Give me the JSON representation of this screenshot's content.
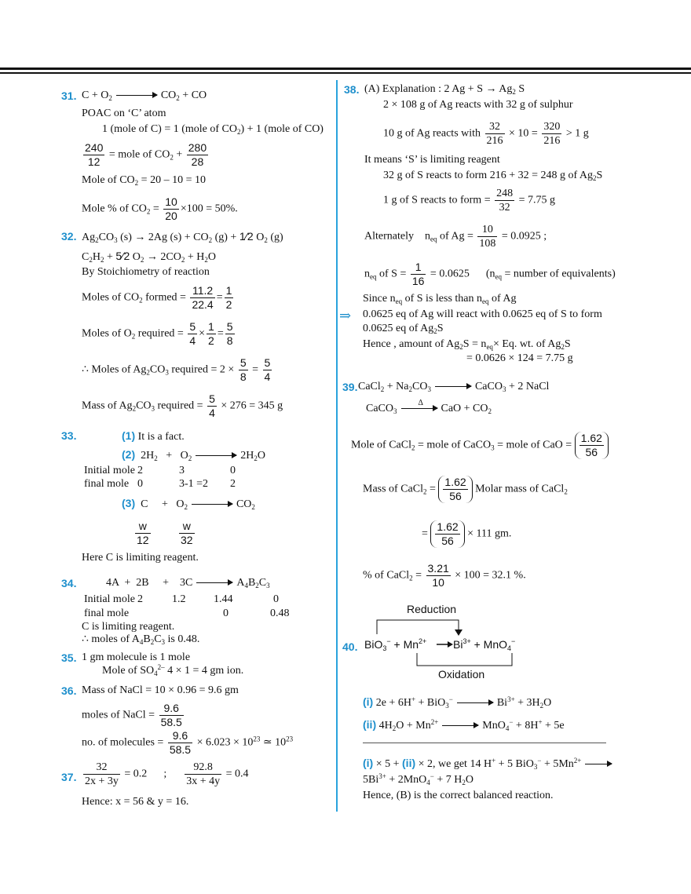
{
  "q": {
    "n31": "31.",
    "n32": "32.",
    "n33": "33.",
    "n34": "34.",
    "n35": "35.",
    "n36": "36.",
    "n37": "37.",
    "n38": "38.",
    "n39": "39.",
    "n40": "40."
  },
  "s31": {
    "poac": "POAC on ‘C’ atom",
    "mole_eq": "1 (mole of C) = 1 (mole of CO",
    "mole_eq2": ") + 1 (mole of CO)",
    "frac1_n": "240",
    "frac1_d": "12",
    "frac2_n": "280",
    "frac2_d": "28",
    "mid": "= mole of CO",
    "co2_line": "Mole of CO",
    "co2_val": " = 20 – 10 = 10",
    "pct_line": "Mole % of CO",
    "pct_n": "10",
    "pct_d": "20",
    "pct_val": "×100 = 50%."
  },
  "s32": {
    "rxn1": "Ag",
    "stoich": "By Stoichiometry of reaction",
    "co2_label": "Moles of CO",
    "co2_label2": " formed  =",
    "f1n": "11.2",
    "f1d": "22.4",
    "f2n": "1",
    "f2d": "2",
    "o2_label": "Moles of O",
    "o2_label2": " required =",
    "f3n": "5",
    "f3d": "4",
    "f4n": "1",
    "f4d": "2",
    "f5n": "5",
    "f5d": "8",
    "ag_label": "∴ Moles of Ag",
    "ag_label2": " required  = 2 ×",
    "f6n": "5",
    "f6d": "8",
    "f7n": "5",
    "f7d": "4",
    "mass_label": "Mass of Ag",
    "mass_label2": "  required =",
    "f8n": "5",
    "f8d": "4",
    "mass_val": "× 276 = 345 g"
  },
  "s33": {
    "p1": "(1)",
    "p1t": " It is a fact.",
    "p2": "(2)",
    "init": "Initial mole",
    "init_v": [
      "2",
      "3",
      "0"
    ],
    "fin": "final mole",
    "fin_v": [
      "0",
      "3-1 =2",
      "2"
    ],
    "p3": "(3)",
    "wn": "w",
    "w1d": "12",
    "w2d": "32",
    "lim": "Here C is limiting reagent."
  },
  "s34": {
    "init": "Initial mole",
    "init_v": [
      "2",
      "1.2",
      "1.44",
      "0"
    ],
    "fin": "final mole",
    "fin_v": [
      "0",
      "0.48"
    ],
    "lim": "C is limiting reagent.",
    "moles": "∴ moles of A",
    "moles2": " is 0.48."
  },
  "s35": {
    "l1": "1 gm molecule is 1 mole",
    "l2": "Mole of SO",
    "l2b": " 4 × 1 = 4 gm ion."
  },
  "s36": {
    "mass": "Mass of NaCl = 10 × 0.96 = 9.6 gm",
    "moles": "moles of NaCl =",
    "fn": "9.6",
    "fd": "58.5",
    "mol": "no. of molecules =",
    "mol2": "× 6.023 × 10",
    "exp1": "23",
    "approx": " ≃ 10",
    "exp2": "23"
  },
  "s37": {
    "f1n": "32",
    "f1d": "2x + 3y",
    "v1": "= 0.2",
    "sep": ";",
    "f2n": "92.8",
    "f2d": "3x + 4y",
    "v2": "= 0.4",
    "ans": "Hence: x = 56 & y = 16."
  },
  "s38": {
    "l1": "(A) Explanation : 2 Ag + S",
    "l2": "2 × 108 g of Ag reacts with 32 g of sulphur",
    "l3": "10 g of Ag reacts with",
    "f1n": "32",
    "f1d": "216",
    "mid": "× 10 =",
    "f2n": "320",
    "f2d": "216",
    "gt": "> 1 g",
    "l4": "It means ‘S’ is limiting reagent",
    "l5": "32 g of S reacts to form 216 + 32 = 248 g of Ag",
    "l6": "1 g of S reacts to form =",
    "f3n": "248",
    "f3d": "32",
    "l6b": "= 7.75 g",
    "alt": "Alternately",
    "f4n": "10",
    "f4d": "108",
    "alt_v": "= 0.0925 ;",
    "f5n": "1",
    "f5d": "16",
    "ns_v": "= 0.0625",
    "ns_note": "= number of equivalents)",
    "since": "Since n",
    "since2": " of S is less than n",
    "since3": " of Ag",
    "imp_l1": "0.0625 eq of Ag will react with 0.0625 eq of S to form",
    "imp_l2": "0.0625 eq of Ag",
    "hence": "Hence , amount of Ag",
    "hence2": "× Eq. wt. of Ag",
    "final": "= 0.0626 × 124 = 7.75 g"
  },
  "s39": {
    "mole_eq": "Mole of CaCl",
    "mole_eq2": " = mole of CaCO",
    "mole_eq3": " = mole of CaO =",
    "fn": "1.62",
    "fd": "56",
    "mass": "Mass of CaCl",
    "molar": "Molar mass of CaCl",
    "times": "× 111 gm.",
    "pct": "% of CaCl",
    "pf_n": "3.21",
    "pf_d": "10",
    "pct_v": "× 100 = 32.1 %."
  },
  "s40": {
    "reduction": "Reduction",
    "oxidation": "Oxidation",
    "i": "(i)",
    "ii": "(ii)",
    "combo1": " × 5 + ",
    "combo2": " × 2, we get 14 H",
    "ans": "Hence, (B) is the correct balanced reaction."
  }
}
